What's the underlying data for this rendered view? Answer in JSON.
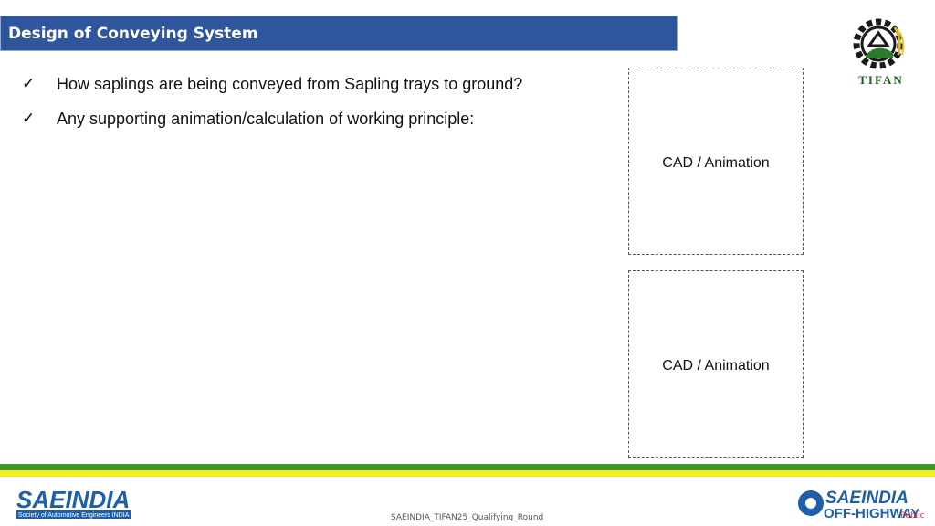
{
  "header": {
    "title": "Design of Conveying System"
  },
  "bullets": [
    {
      "icon": "checkmark-icon",
      "text": "How saplings are being conveyed from Sapling trays to ground?"
    },
    {
      "icon": "checkmark-icon",
      "text": "Any supporting animation/calculation of working principle:"
    }
  ],
  "placeholders": [
    {
      "label": "CAD / Animation"
    },
    {
      "label": "CAD / Animation"
    }
  ],
  "logos": {
    "top_right": {
      "text": "TIFAN"
    },
    "bottom_left": {
      "name": "SAEINDIA",
      "subtitle": "Society of Automotive Engineers INDIA"
    },
    "bottom_right": {
      "line1": "SAEINDIA",
      "line2": "OFF-HIGHWAY"
    }
  },
  "footer": {
    "text": "SAEINDIA_TIFAN25_Qualifying_Round",
    "classification": "Public"
  },
  "colors": {
    "title_bar": "#2f569c",
    "stripe_green": "#3c9a2a",
    "stripe_yellow": "#f2ee22",
    "brand_blue": "#1f5fa8"
  }
}
